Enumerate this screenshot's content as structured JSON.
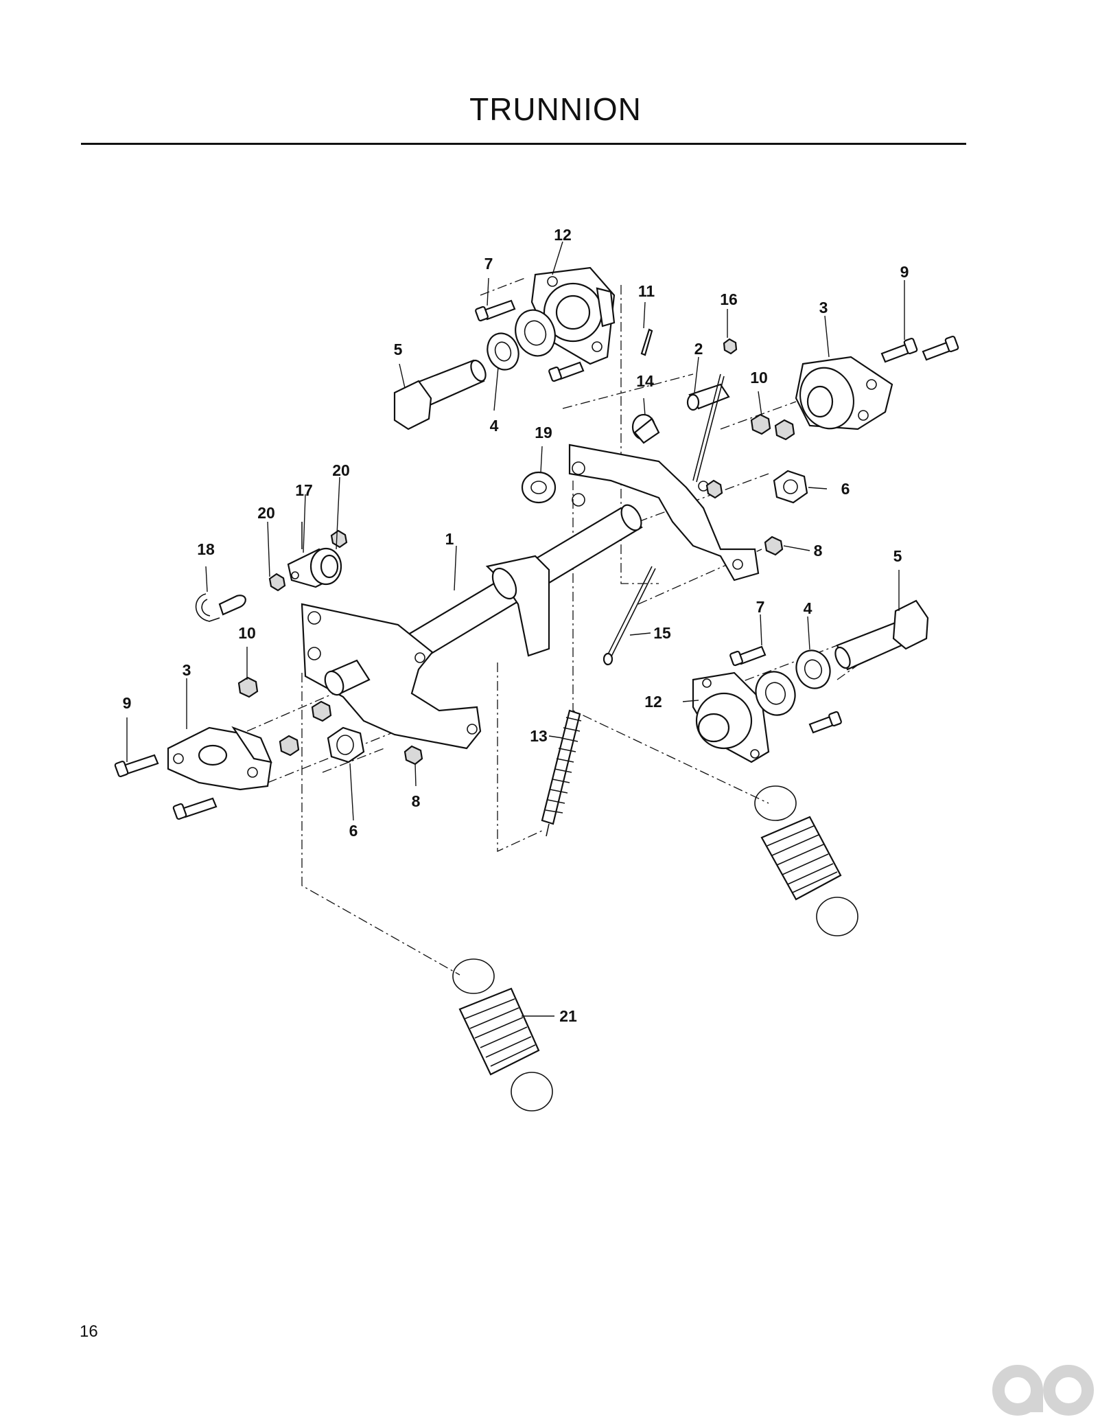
{
  "page": {
    "title": "TRUNNION",
    "page_number": "16"
  },
  "callouts": [
    {
      "id": "c1",
      "label": "1"
    },
    {
      "id": "c2",
      "label": "2"
    },
    {
      "id": "c3a",
      "label": "3"
    },
    {
      "id": "c3b",
      "label": "3"
    },
    {
      "id": "c4a",
      "label": "4"
    },
    {
      "id": "c4b",
      "label": "4"
    },
    {
      "id": "c5a",
      "label": "5"
    },
    {
      "id": "c5b",
      "label": "5"
    },
    {
      "id": "c6a",
      "label": "6"
    },
    {
      "id": "c6b",
      "label": "6"
    },
    {
      "id": "c7a",
      "label": "7"
    },
    {
      "id": "c7b",
      "label": "7"
    },
    {
      "id": "c8a",
      "label": "8"
    },
    {
      "id": "c8b",
      "label": "8"
    },
    {
      "id": "c9a",
      "label": "9"
    },
    {
      "id": "c9b",
      "label": "9"
    },
    {
      "id": "c10a",
      "label": "10"
    },
    {
      "id": "c10b",
      "label": "10"
    },
    {
      "id": "c11",
      "label": "11"
    },
    {
      "id": "c12a",
      "label": "12"
    },
    {
      "id": "c12b",
      "label": "12"
    },
    {
      "id": "c13",
      "label": "13"
    },
    {
      "id": "c14",
      "label": "14"
    },
    {
      "id": "c15",
      "label": "15"
    },
    {
      "id": "c16",
      "label": "16"
    },
    {
      "id": "c17",
      "label": "17"
    },
    {
      "id": "c18",
      "label": "18"
    },
    {
      "id": "c19",
      "label": "19"
    },
    {
      "id": "c20a",
      "label": "20"
    },
    {
      "id": "c20b",
      "label": "20"
    },
    {
      "id": "c21",
      "label": "21"
    }
  ],
  "colors": {
    "ink": "#111111",
    "logo": "#d4d4d4"
  }
}
